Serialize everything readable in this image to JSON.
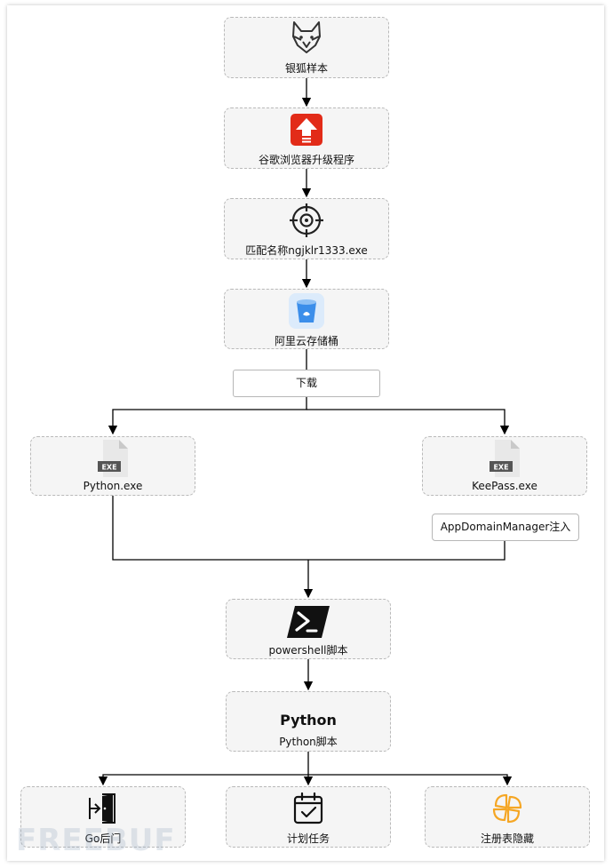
{
  "nodes": {
    "sample": "银狐样本",
    "chrome_updater": "谷歌浏览器升级程序",
    "match_name": "匹配名称ngjklr1333.exe",
    "oss": "阿里云存储桶",
    "download": "下载",
    "python_exe": "Python.exe",
    "keepass_exe": "KeePass.exe",
    "appdomain": "AppDomainManager注入",
    "powershell": "powershell脚本",
    "python_title": "Python",
    "python_script": "Python脚本",
    "go_backdoor": "Go后门",
    "scheduled_task": "计划任务",
    "registry_hide": "注册表隐藏"
  },
  "file_badge": "EXE",
  "watermark": "FREEBUF",
  "colors": {
    "update_red": "#e22b18",
    "bucket_blue": "#3b8eea",
    "flower_orange": "#f5a623",
    "node_bg": "#f5f5f5"
  },
  "icons": [
    "fox-icon",
    "upload-arrow-icon",
    "target-icon",
    "bucket-icon",
    "exe-file-icon",
    "powershell-icon",
    "door-exit-icon",
    "calendar-check-icon",
    "flower-icon"
  ]
}
